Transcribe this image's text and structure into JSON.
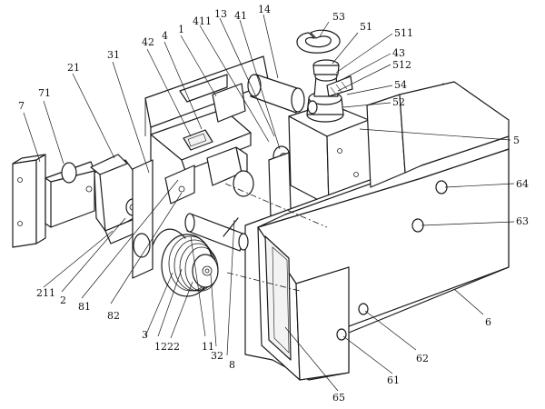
{
  "labels": [
    {
      "id": "53",
      "text": "53"
    },
    {
      "id": "51",
      "text": "51"
    },
    {
      "id": "511",
      "text": "511"
    },
    {
      "id": "43",
      "text": "43"
    },
    {
      "id": "512",
      "text": "512"
    },
    {
      "id": "54",
      "text": "54"
    },
    {
      "id": "52",
      "text": "52"
    },
    {
      "id": "5",
      "text": "5"
    },
    {
      "id": "64",
      "text": "64"
    },
    {
      "id": "63",
      "text": "63"
    },
    {
      "id": "6",
      "text": "6"
    },
    {
      "id": "62",
      "text": "62"
    },
    {
      "id": "61",
      "text": "61"
    },
    {
      "id": "65",
      "text": "65"
    },
    {
      "id": "8",
      "text": "8"
    },
    {
      "id": "32",
      "text": "32"
    },
    {
      "id": "11",
      "text": "11"
    },
    {
      "id": "22",
      "text": "22"
    },
    {
      "id": "12",
      "text": "12"
    },
    {
      "id": "3",
      "text": "3"
    },
    {
      "id": "82",
      "text": "82"
    },
    {
      "id": "81",
      "text": "81"
    },
    {
      "id": "2",
      "text": "2"
    },
    {
      "id": "211",
      "text": "211"
    },
    {
      "id": "7",
      "text": "7"
    },
    {
      "id": "71",
      "text": "71"
    },
    {
      "id": "21",
      "text": "21"
    },
    {
      "id": "31",
      "text": "31"
    },
    {
      "id": "42",
      "text": "42"
    },
    {
      "id": "4",
      "text": "4"
    },
    {
      "id": "1",
      "text": "1"
    },
    {
      "id": "411",
      "text": "411"
    },
    {
      "id": "13",
      "text": "13"
    },
    {
      "id": "41",
      "text": "41"
    },
    {
      "id": "14",
      "text": "14"
    }
  ]
}
